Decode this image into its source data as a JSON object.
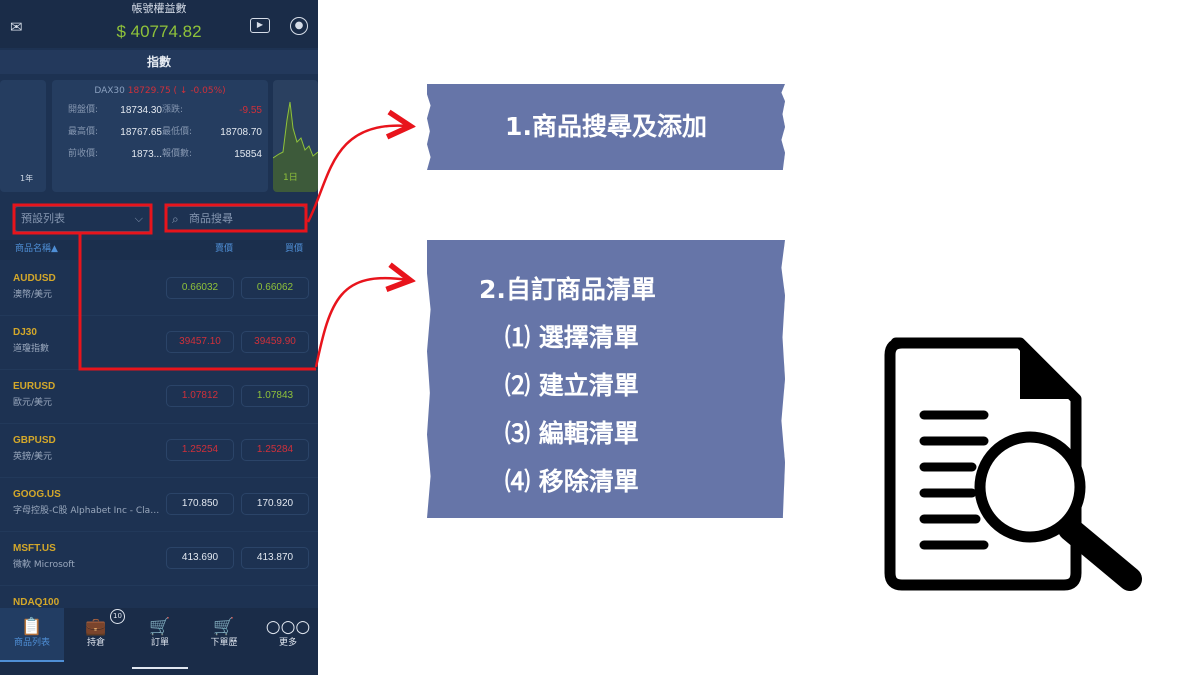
{
  "header": {
    "title": "帳號權益數",
    "balance": "$ 40774.82"
  },
  "section": "指數",
  "index_card": {
    "name": "DAX30",
    "price": "18729.75 ( ↓ -0.05%)",
    "rows": [
      [
        "開盤價:",
        "18734.30",
        "漲跌:",
        "-9.55"
      ],
      [
        "最高價:",
        "18767.65",
        "最低價:",
        "18708.70"
      ],
      [
        "前收價:",
        "1873...",
        "報價數:",
        "15854"
      ]
    ],
    "left_label": "1年",
    "right_label": "1日"
  },
  "list_select": "預設列表",
  "search_placeholder": "商品搜尋",
  "columns": {
    "name": "商品名稱▲",
    "sell": "賣價",
    "buy": "買價"
  },
  "rows": [
    {
      "symbol": "AUDUSD",
      "name": "澳幣/美元",
      "sell": "0.66032",
      "buy": "0.66062",
      "sell_color": "#8fc23a",
      "buy_color": "#8fc23a"
    },
    {
      "symbol": "DJ30",
      "name": "道瓊指數",
      "sell": "39457.10",
      "buy": "39459.90",
      "sell_color": "#d0303a",
      "buy_color": "#d0303a"
    },
    {
      "symbol": "EURUSD",
      "name": "歐元/美元",
      "sell": "1.07812",
      "buy": "1.07843",
      "sell_color": "#d0303a",
      "buy_color": "#8fc23a"
    },
    {
      "symbol": "GBPUSD",
      "name": "英鎊/美元",
      "sell": "1.25254",
      "buy": "1.25284",
      "sell_color": "#d0303a",
      "buy_color": "#d0303a"
    },
    {
      "symbol": "GOOG.US",
      "name": "字母控股-C股 Alphabet Inc - Class C",
      "sell": "170.850",
      "buy": "170.920",
      "sell_color": "#e2e8f0",
      "buy_color": "#e2e8f0"
    },
    {
      "symbol": "MSFT.US",
      "name": "微軟 Microsoft",
      "sell": "413.690",
      "buy": "413.870",
      "sell_color": "#e2e8f0",
      "buy_color": "#e2e8f0"
    },
    {
      "symbol": "NDAQ100",
      "name": "",
      "sell": "",
      "buy": "",
      "sell_color": "#e2e8f0",
      "buy_color": "#e2e8f0"
    }
  ],
  "nav": [
    {
      "label": "商品列表",
      "icon": "clipboard-icon"
    },
    {
      "label": "持倉",
      "icon": "briefcase-icon",
      "badge": "10"
    },
    {
      "label": "訂單",
      "icon": "cart-icon"
    },
    {
      "label": "下單歷",
      "icon": "cart-plus-icon"
    },
    {
      "label": "更多",
      "icon": "more-icon"
    }
  ],
  "banner1": "1.商品搜尋及添加",
  "banner2": {
    "title": "2.自訂商品清單",
    "items": [
      "⑴ 選擇清單",
      "⑵ 建立清單",
      "⑶ 編輯清單",
      "⑷ 移除清單"
    ]
  },
  "colors": {
    "annotation": "#e8141c",
    "banner": "#6675a8",
    "balance": "#8fc23a"
  }
}
